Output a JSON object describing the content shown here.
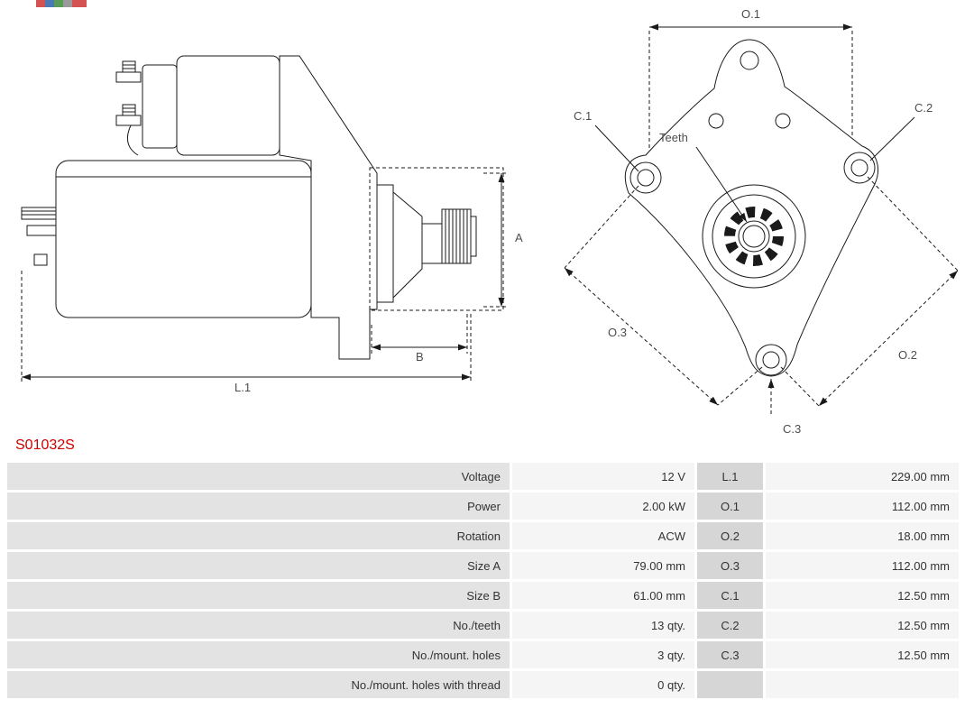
{
  "part_number": "S01032S",
  "colors": {
    "part_number_red": "#cc0000",
    "table_label_bg": "#e3e3e3",
    "table_value_bg": "#f5f5f5",
    "table_dim_bg": "#d6d6d6"
  },
  "drawing": {
    "side_labels": {
      "a": "A",
      "b": "B",
      "l1": "L.1"
    },
    "front_labels": {
      "o1": "O.1",
      "o2": "O.2",
      "o3": "O.3",
      "c1": "C.1",
      "c2": "C.2",
      "c3": "C.3",
      "teeth": "Teeth"
    }
  },
  "table": {
    "rows": [
      {
        "label": "Voltage",
        "value": "12 V",
        "dim": "L.1",
        "dim_value": "229.00 mm"
      },
      {
        "label": "Power",
        "value": "2.00 kW",
        "dim": "O.1",
        "dim_value": "112.00 mm"
      },
      {
        "label": "Rotation",
        "value": "ACW",
        "dim": "O.2",
        "dim_value": "18.00 mm"
      },
      {
        "label": "Size A",
        "value": "79.00 mm",
        "dim": "O.3",
        "dim_value": "112.00 mm"
      },
      {
        "label": "Size B",
        "value": "61.00 mm",
        "dim": "C.1",
        "dim_value": "12.50 mm"
      },
      {
        "label": "No./teeth",
        "value": "13 qty.",
        "dim": "C.2",
        "dim_value": "12.50 mm"
      },
      {
        "label": "No./mount. holes",
        "value": "3 qty.",
        "dim": "C.3",
        "dim_value": "12.50 mm"
      },
      {
        "label": "No./mount. holes with thread",
        "value": "0 qty.",
        "dim": "",
        "dim_value": ""
      }
    ]
  }
}
